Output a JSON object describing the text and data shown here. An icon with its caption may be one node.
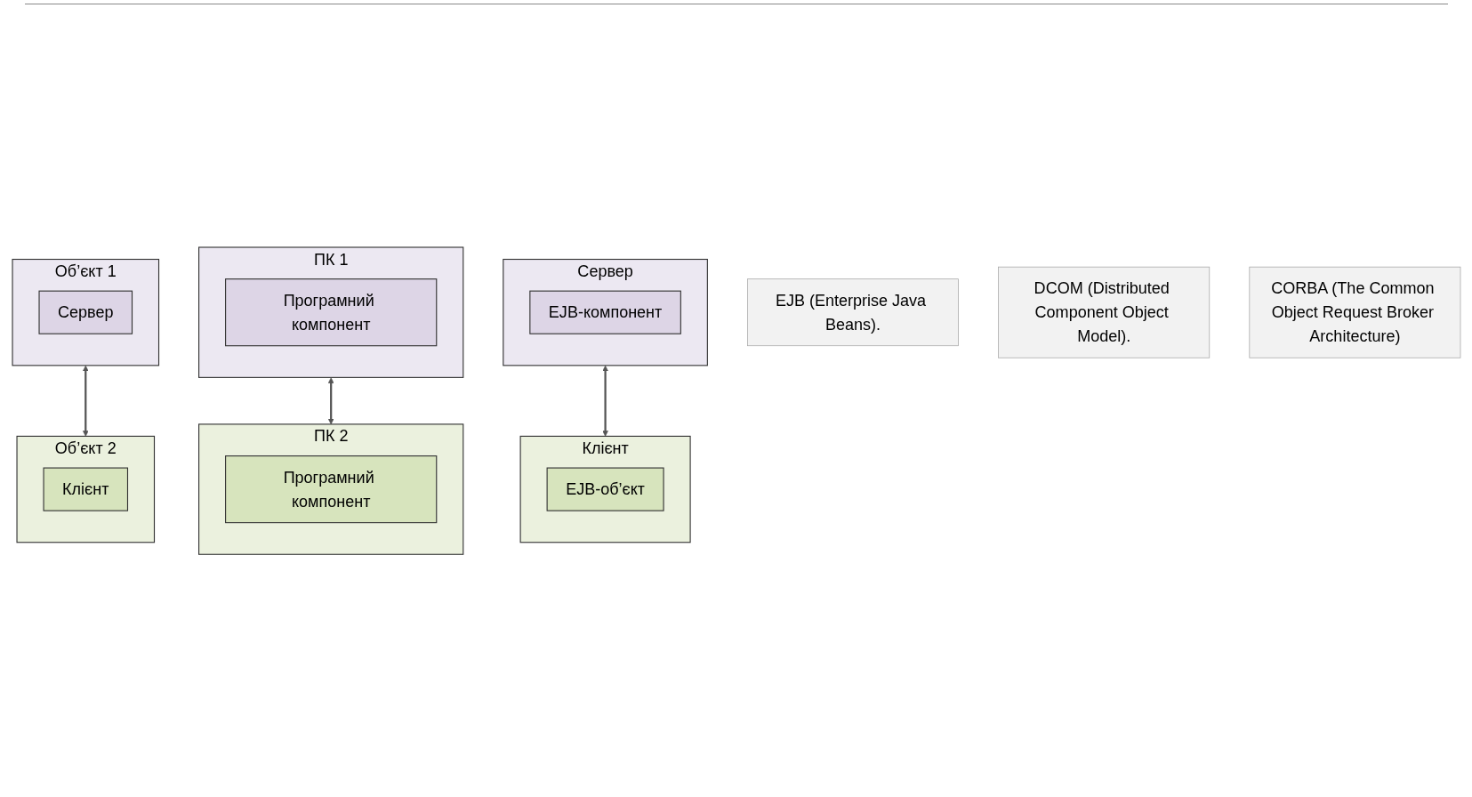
{
  "diagram": {
    "nodes": [
      {
        "text": [
          "EJB (Enterprise Java Beans)."
        ]
      },
      {
        "text": [
          "DCOM (Distributed Component Object Model)."
        ]
      },
      {
        "text": [
          "CORBA (The Common Object Request Broker Architecture)"
        ]
      },
      {
        "text": [
          "Сервер"
        ]
      },
      {
        "text": [
          "EJB-компонент"
        ],
        "in": 3
      },
      {
        "text": [
          "ПК 1"
        ]
      },
      {
        "text": [
          "Програмний компонент"
        ],
        "in": 5
      },
      {
        "text": [
          "Об’єкт 1"
        ]
      },
      {
        "text": [
          "Сервер"
        ],
        "in": 7
      },
      {
        "text": [
          "Клієнт"
        ]
      },
      {
        "text": [
          "EJB-об’єкт"
        ],
        "in": 9
      },
      {
        "text": [
          "ПК 2"
        ]
      },
      {
        "text": [
          "Програмний компонент"
        ],
        "in": 11
      },
      {
        "text": [
          "Об’єкт 2"
        ]
      },
      {
        "text": [
          "Клієнт"
        ],
        "in": 13
      }
    ],
    "edges": [
      {
        "from": 3,
        "to": 9,
        "arrow": "both"
      },
      {
        "from": 5,
        "to": 11,
        "arrow": "both"
      },
      {
        "from": 7,
        "to": 13,
        "arrow": "both"
      }
    ]
  }
}
